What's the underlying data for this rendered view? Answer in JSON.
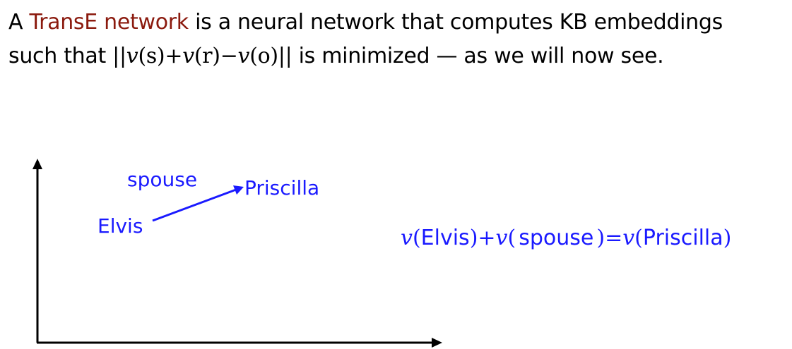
{
  "headline": {
    "line1": {
      "prefix": "A ",
      "highlight": "TransE network",
      "suffix": " is a neural network that computes KB embeddings"
    },
    "line2": {
      "prefix": "such that ",
      "formula": {
        "norm_open": "||",
        "v1": "v",
        "arg1": "(s)",
        "plus": "+",
        "v2": "v",
        "arg2": "(r)",
        "minus": "−",
        "v3": "v",
        "arg3": "(o)",
        "norm_close": "||"
      },
      "suffix": " is minimized — as we will now see."
    },
    "highlight_color": "#8b1a0e"
  },
  "diagram": {
    "labels": {
      "subject": "Elvis",
      "relation": "spouse",
      "object": "Priscilla"
    },
    "color": "#1a1aff",
    "axis_color": "#000000"
  },
  "equation": {
    "v1": "v",
    "open1": "(",
    "arg1": "Elvis",
    "close1": ")",
    "plus": "+",
    "v2": "v",
    "open2": "(",
    "arg2": "spouse",
    "close2": ")",
    "equals": "=",
    "v3": "v",
    "open3": "(",
    "arg3": "Priscilla",
    "close3": ")"
  }
}
